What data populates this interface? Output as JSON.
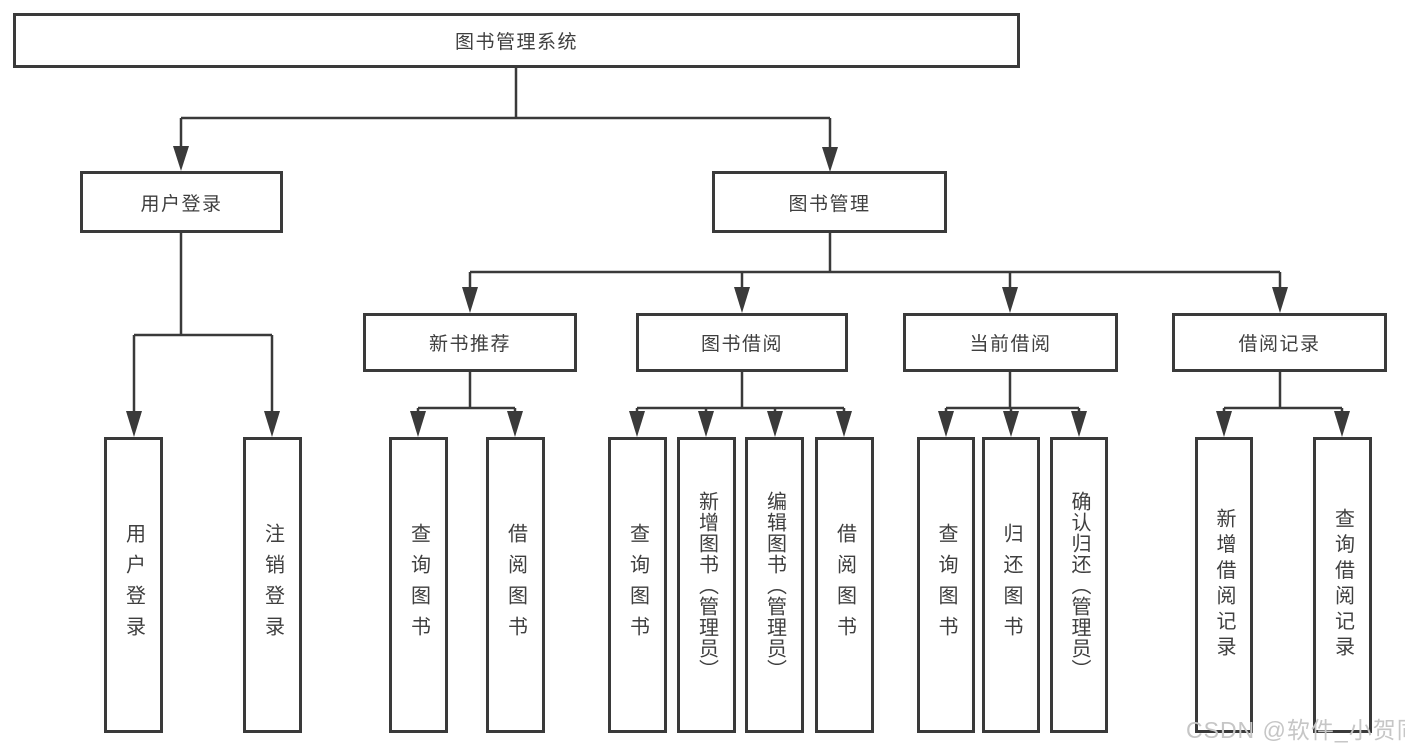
{
  "diagram": {
    "root": {
      "label": "图书管理系统"
    },
    "level2": [
      {
        "label": "用户登录",
        "children": [
          {
            "label": "用户登录"
          },
          {
            "label": "注销登录"
          }
        ]
      },
      {
        "label": "图书管理",
        "children": [
          {
            "label": "新书推荐",
            "children": [
              {
                "label": "查询图书"
              },
              {
                "label": "借阅图书"
              }
            ]
          },
          {
            "label": "图书借阅",
            "children": [
              {
                "label": "查询图书"
              },
              {
                "label": "新增图书（管理员）"
              },
              {
                "label": "编辑图书（管理员）"
              },
              {
                "label": "借阅图书"
              }
            ]
          },
          {
            "label": "当前借阅",
            "children": [
              {
                "label": "查询图书"
              },
              {
                "label": "归还图书"
              },
              {
                "label": "确认归还（管理员）"
              }
            ]
          },
          {
            "label": "借阅记录",
            "children": [
              {
                "label": "新增借阅记录"
              },
              {
                "label": "查询借阅记录"
              }
            ]
          }
        ]
      }
    ]
  },
  "watermark": {
    "text": "CSDN @软件_小贺同学"
  },
  "theme": {
    "line_color": "#3a3a3a",
    "text_color": "#3f3f3f",
    "watermark_color": "#c6c6c6",
    "background": "#ffffff"
  }
}
